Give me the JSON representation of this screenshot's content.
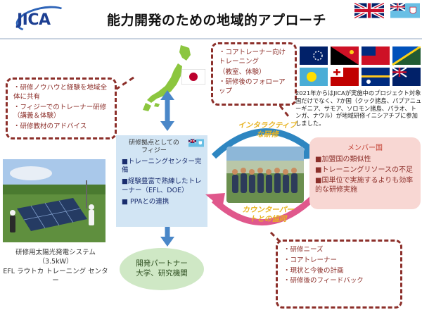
{
  "header": {
    "logo_text": "JICA",
    "title": "能力開発のための地域的アプローチ"
  },
  "japan_box": {
    "items": [
      "・コアトレーナー向けトレーニング",
      "（教室、体験）",
      "・研修後のフォローアップ"
    ]
  },
  "left_box": {
    "items": [
      "・研修ノウハウと経験を地域全体に共有",
      "・フィジーでのトレーナー研修（講義＆体験）",
      "・研修教材のアドバイス"
    ]
  },
  "fiji_hub": {
    "heading_line1": "研修拠点としての",
    "heading_line2": "フィジー",
    "items": [
      "■トレーニングセンター完備",
      "■経験豊富で熟練したトレーナー（EFL、DOE）",
      "■ PPAとの連携"
    ]
  },
  "cycle": {
    "top_label_line1": "インタラクティブ",
    "top_label_line2": "な研修",
    "bottom_label_line1": "カウンターパー",
    "bottom_label_line2": "トとの協同"
  },
  "members": {
    "heading": "メンバー国",
    "items": [
      "■加盟国の類似性",
      "■トレーニングリソースの不足",
      "■国単位で実施するよりも効率的な研修実施"
    ]
  },
  "pacific_note": "2021年からはJICAが実施中のプロジェクト対象国だけでなく、7か国（クック諸島、パプアニューギニア、サモア、ソロモン諸島、パラオ、トンガ、ナウル）が地域研修イニシアチブに参加しました。",
  "bottom_right_box": {
    "items": [
      "・研修ニーズ",
      "・コアトレーナー",
      "・現状と今後の計画",
      "・研修後のフィードバック"
    ]
  },
  "solar": {
    "caption_line1": "研修用太陽光発電システム",
    "caption_line2": "（3.5kW）",
    "caption_line3": "EFL ラウトカ トレーニング センター"
  },
  "partner": {
    "line1": "開発パートナー",
    "line2": "大学、研究機関"
  },
  "colors": {
    "dashed_border": "#8c2f2a",
    "fiji_box": "#d2e5f4",
    "member_box": "#f8d7d3",
    "partner_box": "#cfe8c5",
    "arrow_blue": "#4a87c8",
    "cycle_blue": "#2e86c1",
    "cycle_pink": "#e0588c",
    "cycle_label": "#e8b320"
  }
}
